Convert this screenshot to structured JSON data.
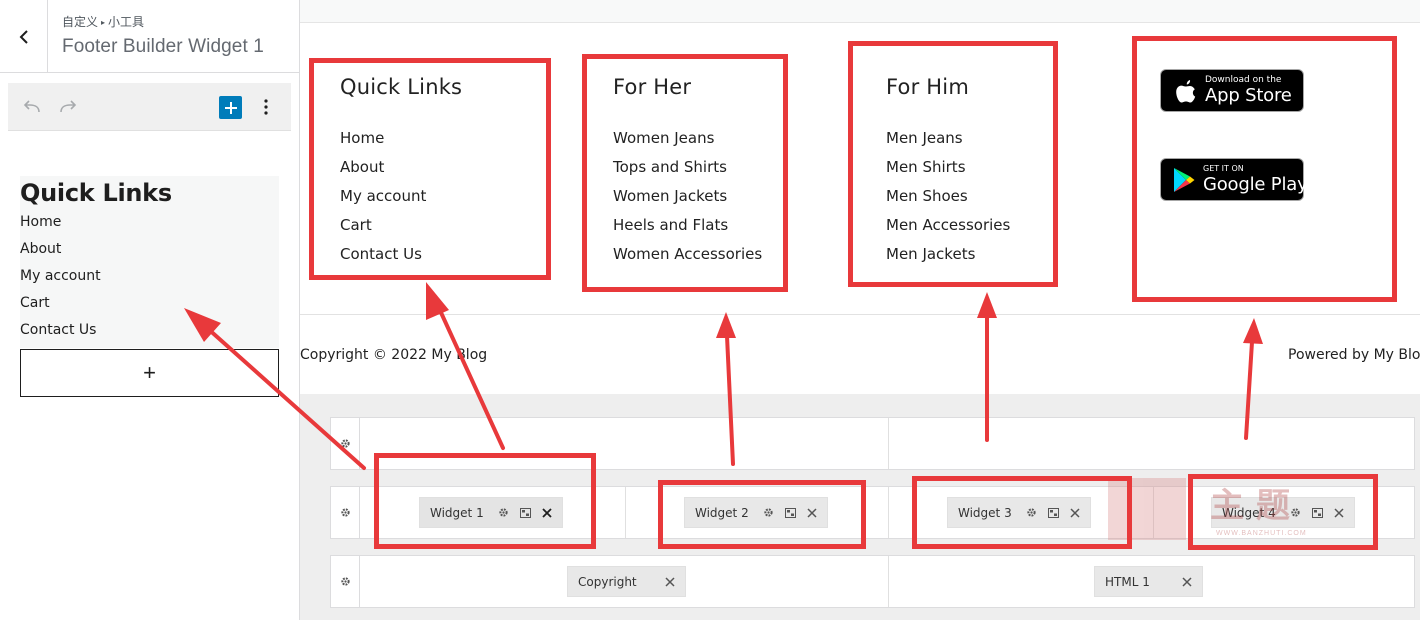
{
  "sidebar": {
    "breadcrumb": [
      "自定义",
      "小工具"
    ],
    "title": "Footer Builder Widget 1",
    "preview": {
      "title": "Quick Links",
      "links": [
        "Home",
        "About",
        "My account",
        "Cart",
        "Contact Us"
      ]
    },
    "add_label": "+"
  },
  "footer": {
    "columns": [
      {
        "title": "Quick Links",
        "links": [
          "Home",
          "About",
          "My account",
          "Cart",
          "Contact Us"
        ]
      },
      {
        "title": "For Her",
        "links": [
          "Women Jeans",
          "Tops and Shirts",
          "Women Jackets",
          "Heels and Flats",
          "Women Accessories"
        ]
      },
      {
        "title": "For Him",
        "links": [
          "Men Jeans",
          "Men Shirts",
          "Men Shoes",
          "Men Accessories",
          "Men Jackets"
        ]
      }
    ],
    "badges": {
      "appstore": {
        "small": "Download on the",
        "big": "App Store"
      },
      "googleplay": {
        "small": "GET IT ON",
        "big": "Google Play"
      }
    },
    "copyright": "Copyright © 2022 My Blog",
    "powered": "Powered by My Blog"
  },
  "builder": {
    "chips": {
      "widget1": "Widget 1",
      "widget2": "Widget 2",
      "widget3": "Widget 3",
      "widget4": "Widget 4",
      "copyright": "Copyright",
      "html1": "HTML 1"
    }
  },
  "watermark": {
    "text": "主题",
    "url": "WWW.BANZHUTI.COM"
  },
  "colors": {
    "annotation": "#e8393b",
    "accent": "#007cba"
  }
}
